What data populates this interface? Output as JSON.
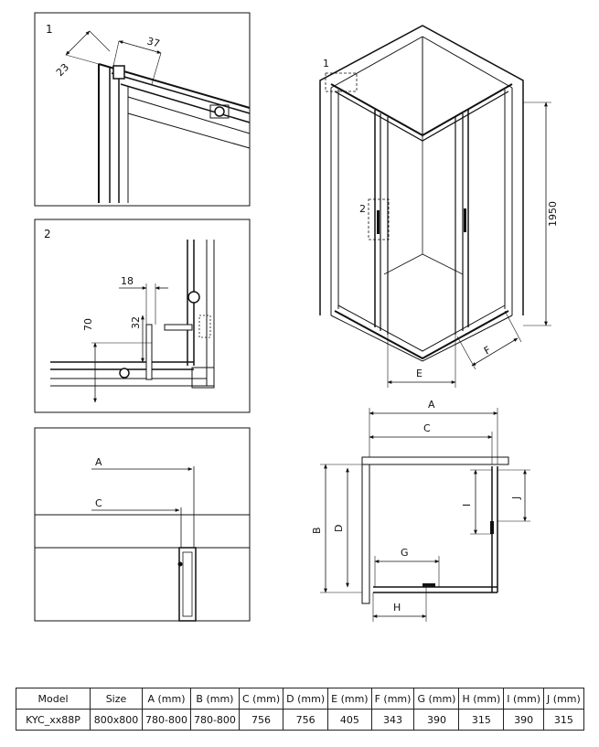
{
  "detail1": {
    "number": "1",
    "dim_23": "23",
    "dim_37": "37"
  },
  "detail2": {
    "number": "2",
    "dim_18": "18",
    "dim_70": "70",
    "dim_32": "32"
  },
  "detail3": {
    "label_a": "A",
    "label_c": "C"
  },
  "main_view": {
    "callout_1": "1",
    "callout_2": "2",
    "height": "1950",
    "label_e": "E",
    "label_f": "F"
  },
  "plan_view": {
    "a": "A",
    "c": "C",
    "b": "B",
    "d": "D",
    "i": "I",
    "j": "J",
    "g": "G",
    "h": "H"
  },
  "table": {
    "headers": [
      "Model",
      "Size",
      "A (mm)",
      "B (mm)",
      "C (mm)",
      "D (mm)",
      "E (mm)",
      "F (mm)",
      "G (mm)",
      "H (mm)",
      "I (mm)",
      "J (mm)"
    ],
    "rows": [
      [
        "KYC_xx88P",
        "800x800",
        "780-800",
        "780-800",
        "756",
        "756",
        "405",
        "343",
        "390",
        "315",
        "390",
        "315"
      ]
    ]
  }
}
